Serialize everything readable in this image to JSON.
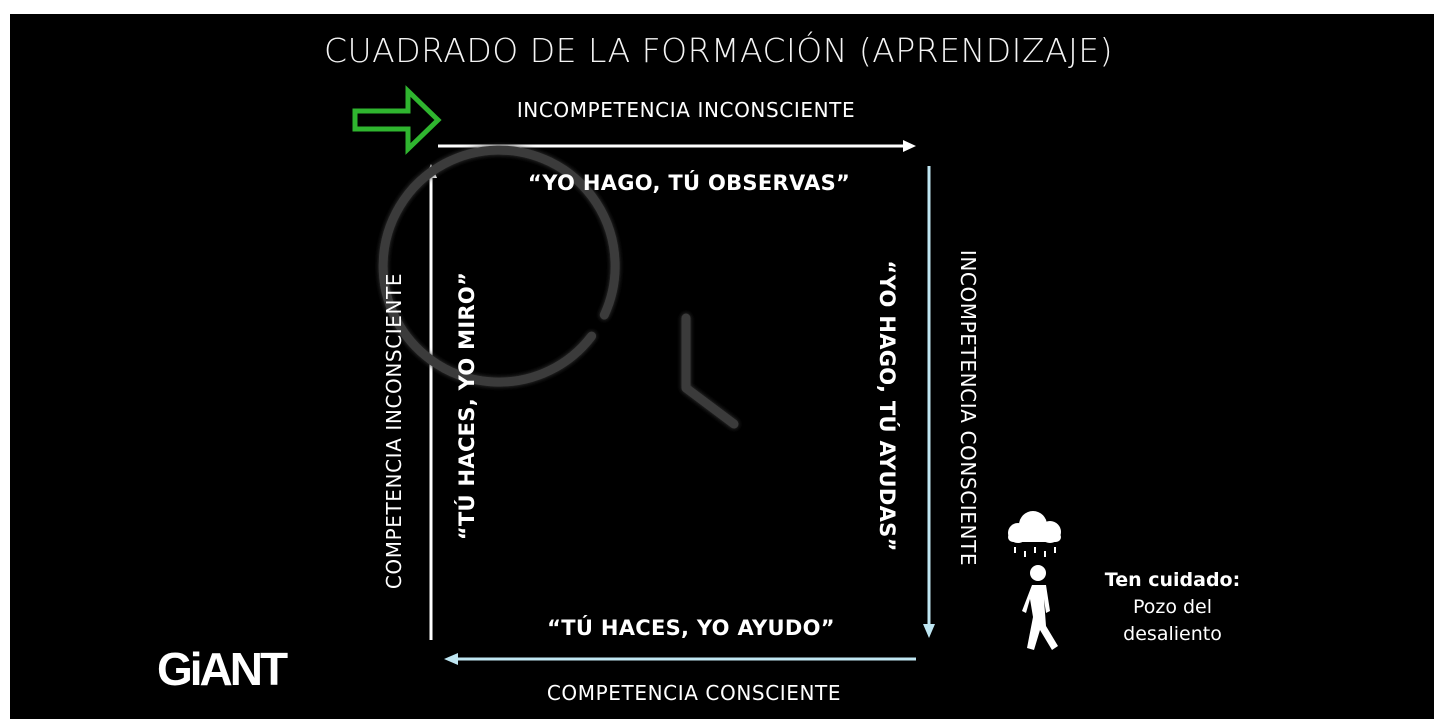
{
  "title": "CUADRADO DE LA FORMACIÓN (APRENDIZAJE)",
  "stages": {
    "top": "INCOMPETENCIA INCONSCIENTE",
    "right": "INCOMPETENCIA CONSCIENTE",
    "bottom": "COMPETENCIA CONSCIENTE",
    "left": "COMPETENCIA INCONSCIENTE"
  },
  "quotes": {
    "top": "“YO HAGO, TÚ OBSERVAS”",
    "right": "“YO HAGO, TÚ AYUDAS”",
    "bottom": "“TÚ HACES, YO AYUDO”",
    "left": "“TÚ HACES, YO MIRO”"
  },
  "warning": {
    "line1": "Ten cuidado:",
    "line2": "Pozo del",
    "line3": "desaliento"
  },
  "logo": "GiANT",
  "icons": {
    "start": "arrow-right-outline-icon",
    "center": "clock-icon",
    "warning": "sad-person-rain-cloud-icon"
  },
  "colors": {
    "background": "#000000",
    "text": "#ffffff",
    "start_arrow": "#2fb52f",
    "arrows_top_left": "#ffffff",
    "arrows_right_bottom": "#bfe6f2",
    "clock": "#3a3a3a"
  }
}
